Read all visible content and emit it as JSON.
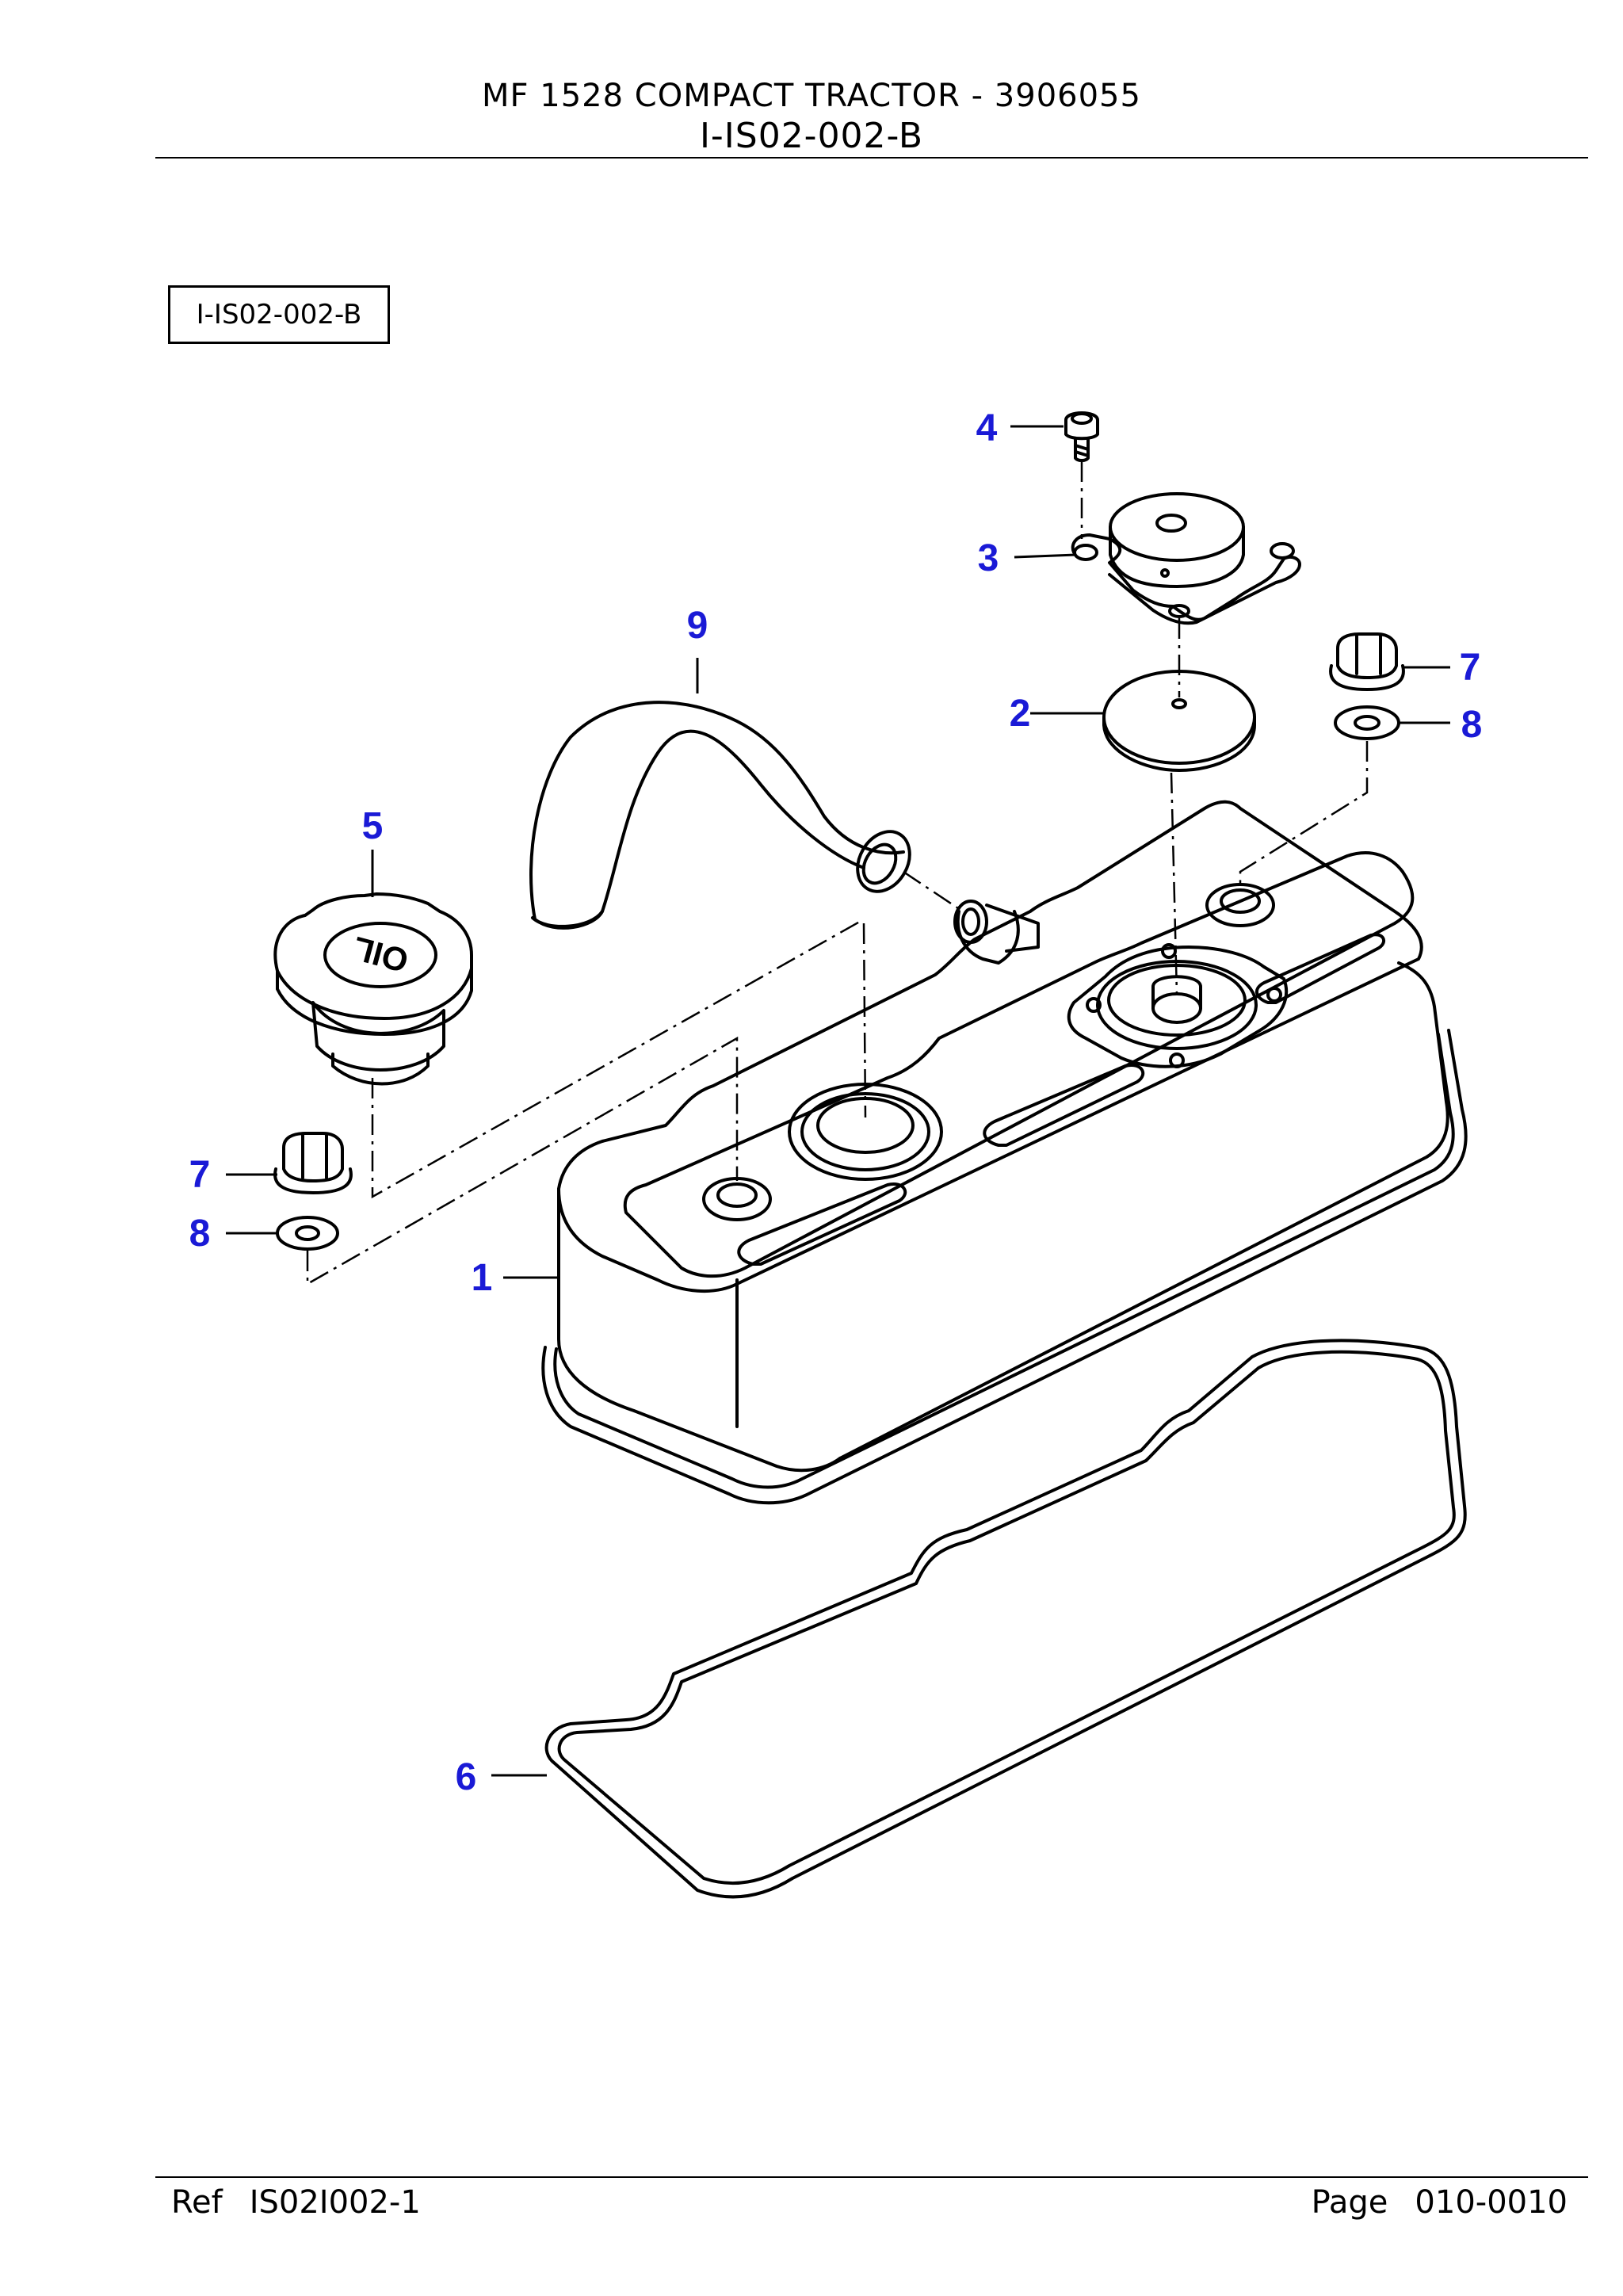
{
  "header": {
    "title": "MF 1528  COMPACT TRACTOR - 3906055",
    "subtitle": "I-IS02-002-B"
  },
  "diagram": {
    "ref_label": "I-IS02-002-B",
    "oil_cap_text": "OIL",
    "callouts": {
      "c1": "1",
      "c2": "2",
      "c3": "3",
      "c4": "4",
      "c5": "5",
      "c6": "6",
      "c7a": "7",
      "c7b": "7",
      "c8a": "8",
      "c8b": "8",
      "c9": "9"
    },
    "callout_color": "#1a1ad6"
  },
  "footer": {
    "ref_label": "Ref",
    "ref_value": "IS02I002-1",
    "page_label": "Page",
    "page_value": "010-0010"
  }
}
